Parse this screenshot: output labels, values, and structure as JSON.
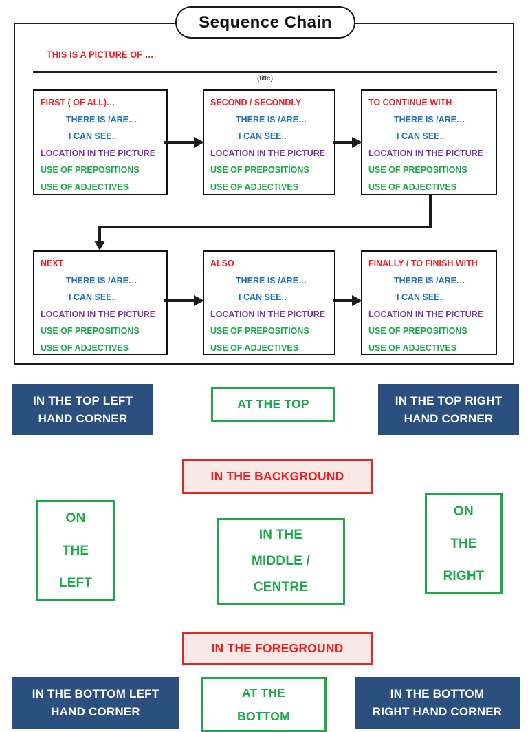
{
  "colors": {
    "ink": "#1b1b1b",
    "red": "#ed2024",
    "blue": "#1f72be",
    "purple": "#7533a8",
    "green": "#1ea84c",
    "navy": "#2b5080",
    "pink": "#f8e9e7",
    "white": "#ffffff"
  },
  "header": {
    "title": "Sequence Chain",
    "intro": "THIS IS A PICTURE OF …",
    "title_caption": "(title)"
  },
  "chain": {
    "boxes": [
      {
        "header": "FIRST ( OF ALL)…",
        "lines": [
          "THERE IS /ARE…",
          "I CAN SEE..",
          "LOCATION IN THE PICTURE",
          "USE OF PREPOSITIONS",
          "USE OF ADJECTIVES"
        ]
      },
      {
        "header": "SECOND / SECONDLY",
        "lines": [
          "THERE IS /ARE…",
          "I CAN SEE..",
          "LOCATION IN THE PICTURE",
          "USE OF PREPOSITIONS",
          "USE OF ADJECTIVES"
        ]
      },
      {
        "header": "TO CONTINUE WITH",
        "lines": [
          "THERE IS /ARE…",
          "I CAN SEE..",
          "LOCATION IN THE PICTURE",
          "USE OF PREPOSITIONS",
          "USE OF ADJECTIVES"
        ]
      },
      {
        "header": "NEXT",
        "lines": [
          "THERE IS /ARE…",
          "I CAN SEE..",
          "LOCATION IN THE PICTURE",
          "USE OF PREPOSITIONS",
          "USE OF ADJECTIVES"
        ]
      },
      {
        "header": "ALSO",
        "lines": [
          "THERE IS /ARE…",
          "I CAN SEE..",
          "LOCATION IN THE PICTURE",
          "USE OF PREPOSITIONS",
          "USE OF ADJECTIVES"
        ]
      },
      {
        "header": "FINALLY / TO FINISH WITH",
        "lines": [
          "THERE IS /ARE…",
          "I CAN SEE..",
          "LOCATION IN THE PICTURE",
          "USE OF PREPOSITIONS",
          "USE OF ADJECTIVES"
        ]
      }
    ]
  },
  "labels": {
    "top_left": [
      "IN THE TOP LEFT",
      "HAND CORNER"
    ],
    "at_top": "AT THE TOP",
    "top_right": [
      "IN THE TOP RIGHT",
      "HAND CORNER"
    ],
    "background": "IN THE BACKGROUND",
    "on_left": [
      "ON",
      "THE",
      "LEFT"
    ],
    "middle": [
      "IN THE",
      "MIDDLE /",
      "CENTRE"
    ],
    "on_right": [
      "ON",
      "THE",
      "RIGHT"
    ],
    "foreground": "IN THE FOREGROUND",
    "bottom_left": [
      "IN THE BOTTOM LEFT",
      "HAND CORNER"
    ],
    "at_bottom": [
      "AT THE",
      "BOTTOM"
    ],
    "bottom_right": [
      "IN THE BOTTOM",
      "RIGHT HAND CORNER"
    ]
  }
}
